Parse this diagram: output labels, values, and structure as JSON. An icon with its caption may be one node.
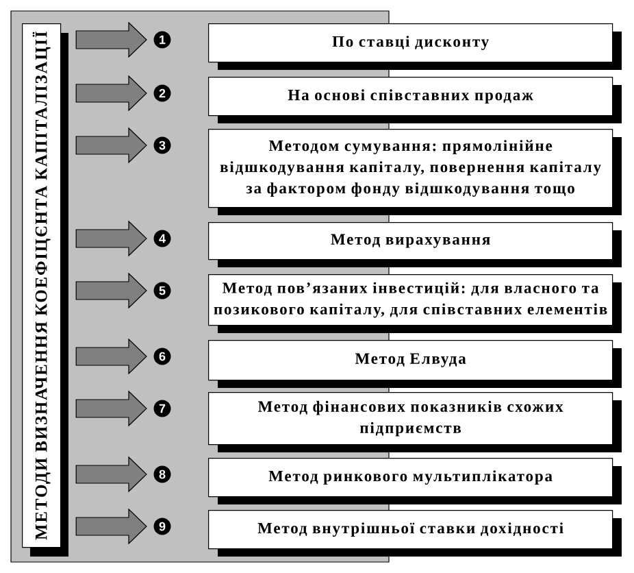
{
  "diagram": {
    "nodes": [
      {
        "text": [
          "МЕТОДИ ВИЗНАЧЕННЯ КОЕФІЦЄНТА КАПІТАЛІЗАЦІЇ"
        ]
      },
      {
        "text": [
          "По ставці дисконту"
        ],
        "beside": [
          "1"
        ]
      },
      {
        "text": [
          "На основі співставних продаж"
        ],
        "beside": [
          "2"
        ]
      },
      {
        "text": [
          "Методом сумування: прямолінійне відшкодування капіталу, повернення капіталу за фактором фонду відшкодування тощо"
        ],
        "beside": [
          "3"
        ]
      },
      {
        "text": [
          "Метод вирахування"
        ],
        "beside": [
          "4"
        ]
      },
      {
        "text": [
          "Метод пов’язаних інвестицій: для власного та позикового капіталу, для співставних елементів"
        ],
        "beside": [
          "5"
        ]
      },
      {
        "text": [
          "Метод Елвуда"
        ],
        "beside": [
          "6"
        ]
      },
      {
        "text": [
          "Метод фінансових показників схожих підприємств"
        ],
        "beside": [
          "7"
        ]
      },
      {
        "text": [
          "Метод ринкового мультиплікатора"
        ],
        "beside": [
          "8"
        ]
      },
      {
        "text": [
          "Метод внутрішньої ставки дохідності"
        ],
        "beside": [
          "9"
        ]
      }
    ],
    "edges": [
      {
        "from": 0,
        "to": 1,
        "arrow": "to"
      },
      {
        "from": 0,
        "to": 2,
        "arrow": "to"
      },
      {
        "from": 0,
        "to": 3,
        "arrow": "to"
      },
      {
        "from": 0,
        "to": 4,
        "arrow": "to"
      },
      {
        "from": 0,
        "to": 5,
        "arrow": "to"
      },
      {
        "from": 0,
        "to": 6,
        "arrow": "to"
      },
      {
        "from": 0,
        "to": 7,
        "arrow": "to"
      },
      {
        "from": 0,
        "to": 8,
        "arrow": "to"
      },
      {
        "from": 0,
        "to": 9,
        "arrow": "to"
      }
    ]
  }
}
